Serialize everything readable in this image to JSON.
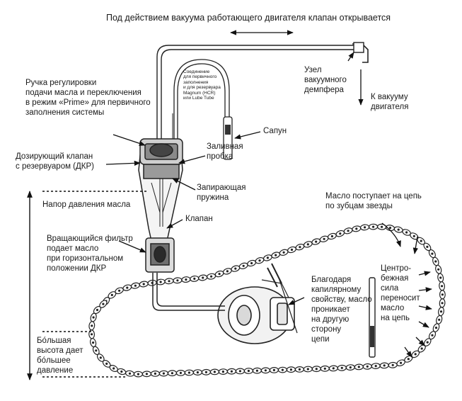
{
  "diagram": {
    "labels": {
      "top_caption": "Под действием вакуума работающего двигателя клапан открывается",
      "vacuum_damper": "Узел\nвакуумного\nдемпфера",
      "to_engine_vacuum": "К вакууму\nдвигателя",
      "adjust_knob": "Ручка регулировки\nподачи масла и переключения\nв режим «Prime» для первичного\nзаполнения системы",
      "connector": "Соединение\nдля первичного\nзаполнения\nи для резервуара\nMagnum (HCR)\nили Lube Tube",
      "breather": "Сапун",
      "fill_plug": "Заливная\nпробка",
      "dosing_valve": "Дозирующий клапан\nс резервуаром (ДКР)",
      "locking_spring": "Запирающая\nпружина",
      "pressure_head": "Напор давления масла",
      "valve": "Клапан",
      "rotating_filter": "Вращающийся фильтр\nподает масло\nпри горизонтальном\nположении ДКР",
      "oil_to_chain": "Масло поступает на цепь\nпо зубцам звезды",
      "capillary": "Благодаря\nкапилярному\nсвойству, масло\nпроникает\nна другую\nсторону\nцепи",
      "centrifugal": "Центро-\nбежная\nсила\nпереносит\nмасло\nна цепь",
      "greater_height": "Бо́льшая\nвысота дает\nбо́льшее\nдавление"
    }
  }
}
